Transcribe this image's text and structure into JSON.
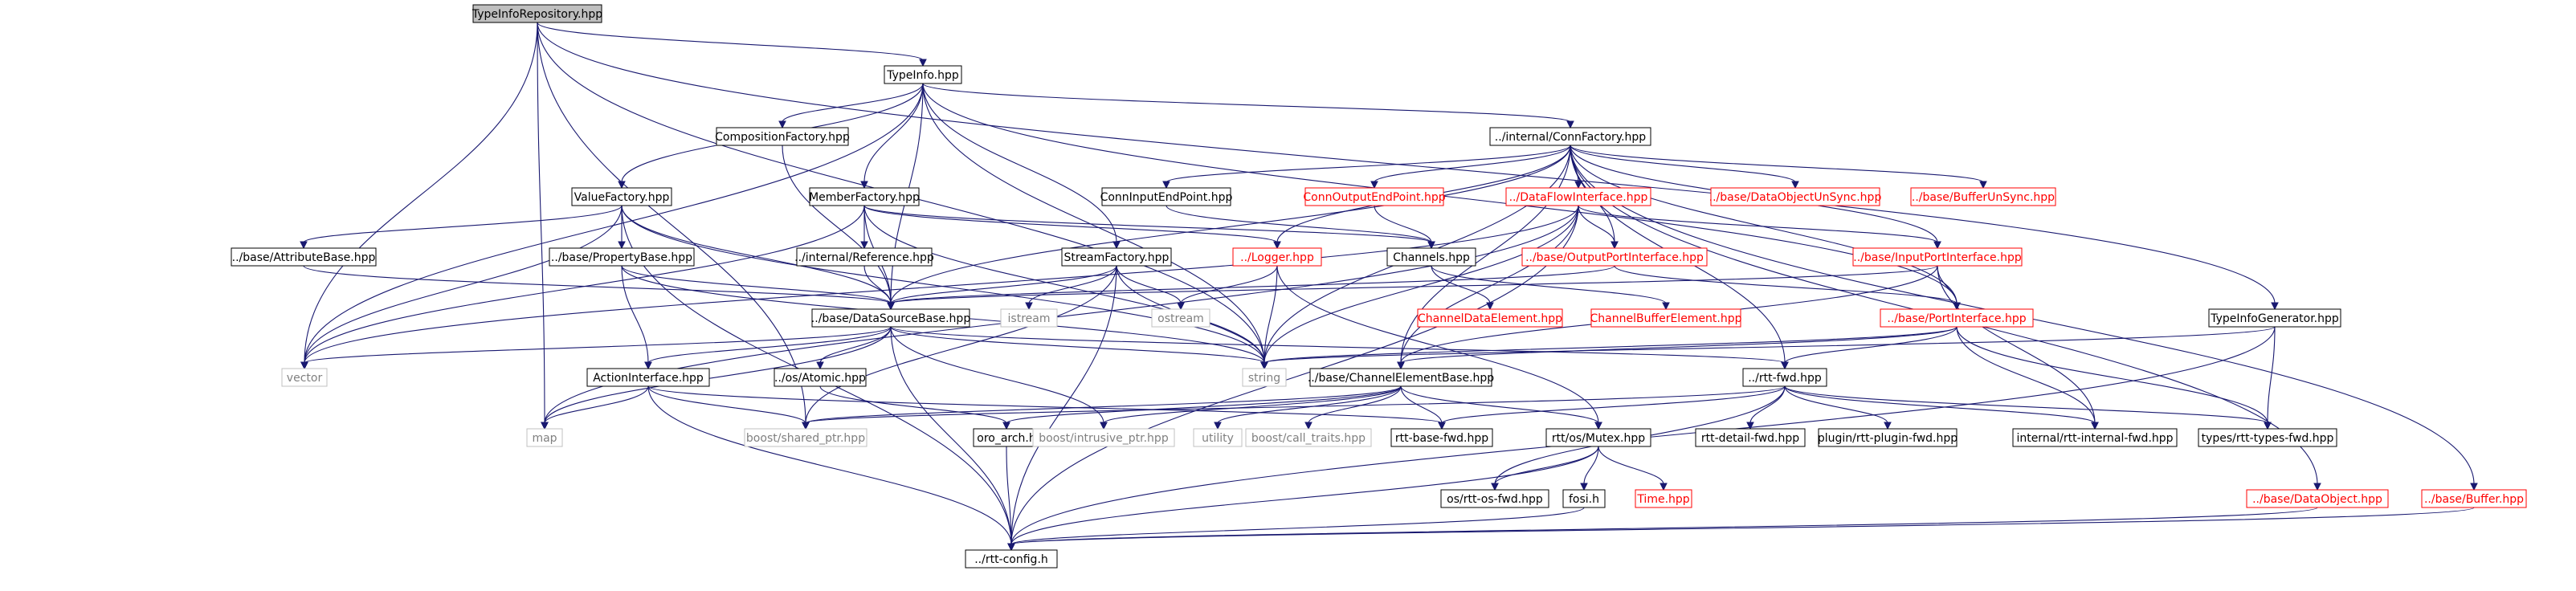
{
  "colors": {
    "edge": "#191970",
    "node_border": "#000000",
    "red_border": "#ff0000",
    "gray_border": "#c0c0c0",
    "root_fill": "#bfbfbf",
    "node_fill": "#ffffff"
  },
  "nodes": [
    {
      "id": "root",
      "label": "TypeInfoRepository.hpp",
      "kind": "root"
    },
    {
      "id": "typeinfo",
      "label": "TypeInfo.hpp",
      "kind": "black"
    },
    {
      "id": "compfact",
      "label": "CompositionFactory.hpp",
      "kind": "black"
    },
    {
      "id": "connfact",
      "label": "../internal/ConnFactory.hpp",
      "kind": "black"
    },
    {
      "id": "typegen",
      "label": "TypeInfoGenerator.hpp",
      "kind": "black"
    },
    {
      "id": "valfact",
      "label": "ValueFactory.hpp",
      "kind": "black"
    },
    {
      "id": "memfact",
      "label": "MemberFactory.hpp",
      "kind": "black"
    },
    {
      "id": "connin",
      "label": "ConnInputEndPoint.hpp",
      "kind": "black"
    },
    {
      "id": "connout",
      "label": "ConnOutputEndPoint.hpp",
      "kind": "red"
    },
    {
      "id": "dataflow",
      "label": "../DataFlowInterface.hpp",
      "kind": "red"
    },
    {
      "id": "dataobjunsync",
      "label": "../base/DataObjectUnSync.hpp",
      "kind": "red"
    },
    {
      "id": "bufunsync",
      "label": "../base/BufferUnSync.hpp",
      "kind": "red"
    },
    {
      "id": "attrbase",
      "label": "../base/AttributeBase.hpp",
      "kind": "black"
    },
    {
      "id": "propbase",
      "label": "../base/PropertyBase.hpp",
      "kind": "black"
    },
    {
      "id": "intref",
      "label": "../internal/Reference.hpp",
      "kind": "black"
    },
    {
      "id": "logger",
      "label": "../Logger.hpp",
      "kind": "red"
    },
    {
      "id": "channels",
      "label": "Channels.hpp",
      "kind": "black"
    },
    {
      "id": "outport",
      "label": "../base/OutputPortInterface.hpp",
      "kind": "red"
    },
    {
      "id": "inport",
      "label": "../base/InputPortInterface.hpp",
      "kind": "red"
    },
    {
      "id": "streamfact",
      "label": "StreamFactory.hpp",
      "kind": "black"
    },
    {
      "id": "chandata",
      "label": "ChannelDataElement.hpp",
      "kind": "red"
    },
    {
      "id": "chanbuf",
      "label": "ChannelBufferElement.hpp",
      "kind": "red"
    },
    {
      "id": "datasrc",
      "label": "../base/DataSourceBase.hpp",
      "kind": "black"
    },
    {
      "id": "istream",
      "label": "istream",
      "kind": "gray"
    },
    {
      "id": "ostream",
      "label": "ostream",
      "kind": "gray"
    },
    {
      "id": "portif",
      "label": "../base/PortInterface.hpp",
      "kind": "red"
    },
    {
      "id": "vector",
      "label": "vector",
      "kind": "gray"
    },
    {
      "id": "string",
      "label": "string",
      "kind": "gray"
    },
    {
      "id": "chanelem",
      "label": "../base/ChannelElementBase.hpp",
      "kind": "black"
    },
    {
      "id": "rttfwd",
      "label": "../rtt-fwd.hpp",
      "kind": "black"
    },
    {
      "id": "actionif",
      "label": "ActionInterface.hpp",
      "kind": "black"
    },
    {
      "id": "atomic",
      "label": "../os/Atomic.hpp",
      "kind": "black"
    },
    {
      "id": "map",
      "label": "map",
      "kind": "gray"
    },
    {
      "id": "sharedptr",
      "label": "boost/shared_ptr.hpp",
      "kind": "gray"
    },
    {
      "id": "oroarch",
      "label": "oro_arch.h",
      "kind": "black"
    },
    {
      "id": "intrusive",
      "label": "boost/intrusive_ptr.hpp",
      "kind": "gray"
    },
    {
      "id": "utility",
      "label": "utility",
      "kind": "gray"
    },
    {
      "id": "calltraits",
      "label": "boost/call_traits.hpp",
      "kind": "gray"
    },
    {
      "id": "basefwd",
      "label": "rtt-base-fwd.hpp",
      "kind": "black"
    },
    {
      "id": "mutex",
      "label": "rtt/os/Mutex.hpp",
      "kind": "black"
    },
    {
      "id": "detailfwd",
      "label": "rtt-detail-fwd.hpp",
      "kind": "black"
    },
    {
      "id": "pluginfwd",
      "label": "plugin/rtt-plugin-fwd.hpp",
      "kind": "black"
    },
    {
      "id": "internalfwd",
      "label": "internal/rtt-internal-fwd.hpp",
      "kind": "black"
    },
    {
      "id": "typesfwd",
      "label": "types/rtt-types-fwd.hpp",
      "kind": "black"
    },
    {
      "id": "fosi",
      "label": "fosi.h",
      "kind": "black"
    },
    {
      "id": "time",
      "label": "Time.hpp",
      "kind": "red"
    },
    {
      "id": "osfwd",
      "label": "os/rtt-os-fwd.hpp",
      "kind": "black"
    },
    {
      "id": "dataobj",
      "label": "../base/DataObject.hpp",
      "kind": "red"
    },
    {
      "id": "buffer",
      "label": "../base/Buffer.hpp",
      "kind": "red"
    },
    {
      "id": "rttconfig",
      "label": "../rtt-config.h",
      "kind": "black"
    }
  ],
  "edges": [
    [
      "root",
      "typeinfo"
    ],
    [
      "root",
      "typegen"
    ],
    [
      "root",
      "vector"
    ],
    [
      "root",
      "map"
    ],
    [
      "root",
      "sharedptr"
    ],
    [
      "root",
      "string"
    ],
    [
      "typeinfo",
      "compfact"
    ],
    [
      "typeinfo",
      "connfact"
    ],
    [
      "typeinfo",
      "valfact"
    ],
    [
      "typeinfo",
      "memfact"
    ],
    [
      "typeinfo",
      "streamfact"
    ],
    [
      "typeinfo",
      "datasrc"
    ],
    [
      "typeinfo",
      "vector"
    ],
    [
      "typeinfo",
      "string"
    ],
    [
      "typeinfo",
      "portif"
    ],
    [
      "compfact",
      "datasrc"
    ],
    [
      "connfact",
      "connin"
    ],
    [
      "connfact",
      "connout"
    ],
    [
      "connfact",
      "dataflow"
    ],
    [
      "connfact",
      "dataobjunsync"
    ],
    [
      "connfact",
      "bufunsync"
    ],
    [
      "connfact",
      "outport"
    ],
    [
      "connfact",
      "inport"
    ],
    [
      "connfact",
      "portif"
    ],
    [
      "connfact",
      "chanelem"
    ],
    [
      "connfact",
      "rttfwd"
    ],
    [
      "connfact",
      "dataobj"
    ],
    [
      "connfact",
      "buffer"
    ],
    [
      "connfact",
      "logger"
    ],
    [
      "connfact",
      "string"
    ],
    [
      "connfact",
      "datasrc"
    ],
    [
      "typegen",
      "string"
    ],
    [
      "typegen",
      "typesfwd"
    ],
    [
      "typegen",
      "rttconfig"
    ],
    [
      "valfact",
      "attrbase"
    ],
    [
      "valfact",
      "propbase"
    ],
    [
      "valfact",
      "datasrc"
    ],
    [
      "valfact",
      "vector"
    ],
    [
      "valfact",
      "string"
    ],
    [
      "valfact",
      "rttconfig"
    ],
    [
      "memfact",
      "intref"
    ],
    [
      "memfact",
      "datasrc"
    ],
    [
      "memfact",
      "vector"
    ],
    [
      "memfact",
      "logger"
    ],
    [
      "memfact",
      "channels"
    ],
    [
      "memfact",
      "string"
    ],
    [
      "connin",
      "channels"
    ],
    [
      "connout",
      "channels"
    ],
    [
      "dataflow",
      "outport"
    ],
    [
      "dataflow",
      "inport"
    ],
    [
      "dataflow",
      "chanelem"
    ],
    [
      "dataflow",
      "map"
    ],
    [
      "dataflow",
      "vector"
    ],
    [
      "dataflow",
      "string"
    ],
    [
      "dataflow",
      "rttconfig"
    ],
    [
      "attrbase",
      "datasrc"
    ],
    [
      "propbase",
      "datasrc"
    ],
    [
      "propbase",
      "actionif"
    ],
    [
      "propbase",
      "string"
    ],
    [
      "intref",
      "datasrc"
    ],
    [
      "logger",
      "ostream"
    ],
    [
      "logger",
      "string"
    ],
    [
      "logger",
      "mutex"
    ],
    [
      "channels",
      "chandata"
    ],
    [
      "channels",
      "chanbuf"
    ],
    [
      "outport",
      "portif"
    ],
    [
      "outport",
      "datasrc"
    ],
    [
      "inport",
      "portif"
    ],
    [
      "inport",
      "chanelem"
    ],
    [
      "inport",
      "internalfwd"
    ],
    [
      "inport",
      "datasrc"
    ],
    [
      "streamfact",
      "datasrc"
    ],
    [
      "streamfact",
      "istream"
    ],
    [
      "streamfact",
      "ostream"
    ],
    [
      "streamfact",
      "string"
    ],
    [
      "streamfact",
      "sharedptr"
    ],
    [
      "streamfact",
      "rttconfig"
    ],
    [
      "datasrc",
      "vector"
    ],
    [
      "datasrc",
      "string"
    ],
    [
      "datasrc",
      "actionif"
    ],
    [
      "datasrc",
      "atomic"
    ],
    [
      "datasrc",
      "map"
    ],
    [
      "datasrc",
      "intrusive"
    ],
    [
      "datasrc",
      "rttfwd"
    ],
    [
      "datasrc",
      "rttconfig"
    ],
    [
      "portif",
      "string"
    ],
    [
      "portif",
      "chanelem"
    ],
    [
      "portif",
      "rttfwd"
    ],
    [
      "portif",
      "internalfwd"
    ],
    [
      "portif",
      "typesfwd"
    ],
    [
      "chanelem",
      "sharedptr"
    ],
    [
      "chanelem",
      "intrusive"
    ],
    [
      "chanelem",
      "utility"
    ],
    [
      "chanelem",
      "calltraits"
    ],
    [
      "chanelem",
      "basefwd"
    ],
    [
      "chanelem",
      "mutex"
    ],
    [
      "chanelem",
      "oroarch"
    ],
    [
      "rttfwd",
      "basefwd"
    ],
    [
      "rttfwd",
      "detailfwd"
    ],
    [
      "rttfwd",
      "pluginfwd"
    ],
    [
      "rttfwd",
      "internalfwd"
    ],
    [
      "rttfwd",
      "typesfwd"
    ],
    [
      "rttfwd",
      "osfwd"
    ],
    [
      "rttfwd",
      "sharedptr"
    ],
    [
      "actionif",
      "map"
    ],
    [
      "actionif",
      "sharedptr"
    ],
    [
      "actionif",
      "basefwd"
    ],
    [
      "actionif",
      "rttconfig"
    ],
    [
      "atomic",
      "oroarch"
    ],
    [
      "oroarch",
      "rttconfig"
    ],
    [
      "mutex",
      "fosi"
    ],
    [
      "mutex",
      "time"
    ],
    [
      "mutex",
      "osfwd"
    ],
    [
      "mutex",
      "rttconfig"
    ],
    [
      "fosi",
      "rttconfig"
    ],
    [
      "dataobj",
      "rttconfig"
    ],
    [
      "buffer",
      "rttconfig"
    ]
  ]
}
